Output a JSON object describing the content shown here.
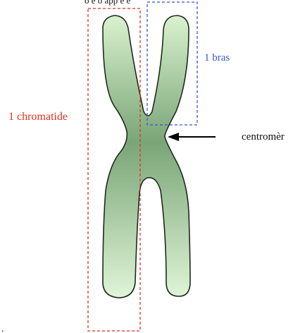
{
  "diagram": {
    "top_text_fragment": "o  e  o    app  e  e",
    "labels": {
      "chromatide": "1 chromatide",
      "bras": "1 bras",
      "centromere": "centromèr",
      "corner_mark": "."
    },
    "colors": {
      "chromatide_box": "#e0301e",
      "bras_box": "#3a55c8",
      "chromosome_outline": "#1e2a1e",
      "chromosome_fill_light": "#d9f2cf",
      "chromosome_fill_dark": "#7aa577",
      "arrow": "#000000"
    }
  }
}
